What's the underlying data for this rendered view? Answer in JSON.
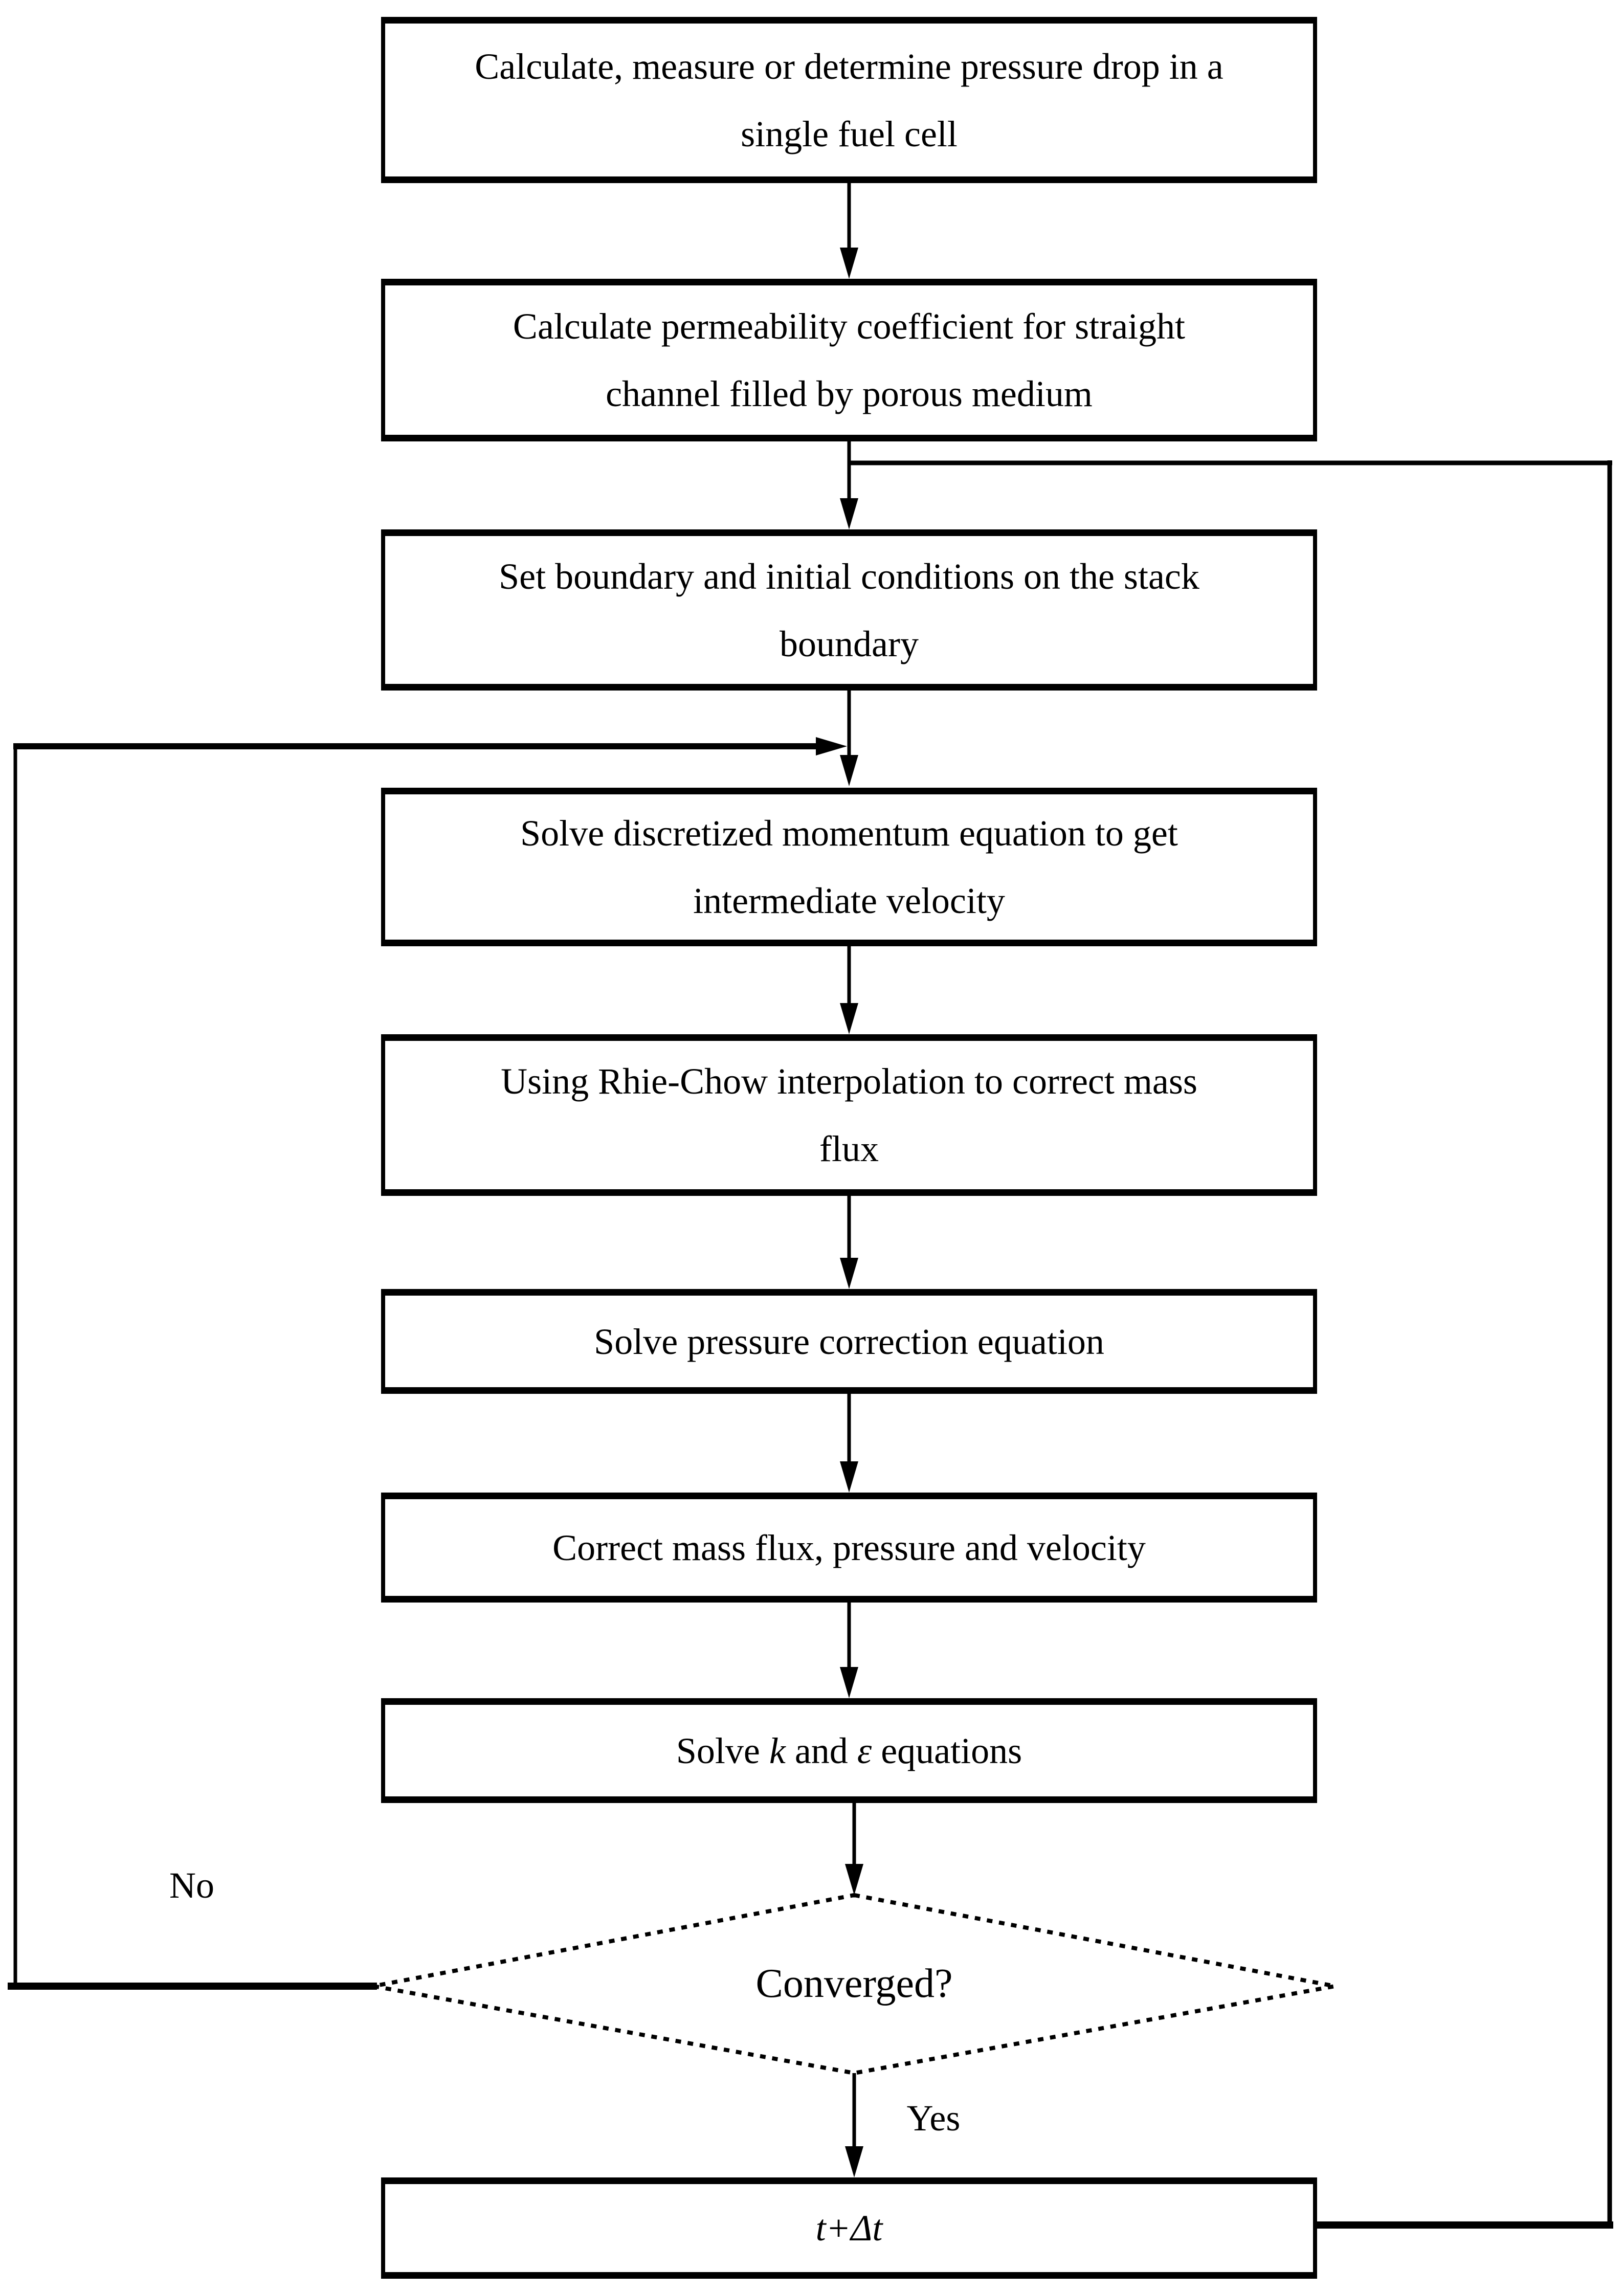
{
  "page": {
    "background_color": "#ffffff",
    "ink_color": "#000000"
  },
  "flow": {
    "boxes": {
      "b1": {
        "lines": [
          "Calculate, measure or determine pressure drop in a",
          "single fuel cell"
        ]
      },
      "b2": {
        "lines": [
          "Calculate permeability coefficient for straight",
          "channel filled by porous medium"
        ]
      },
      "b3": {
        "lines": [
          "Set boundary and initial conditions on the stack",
          "boundary"
        ]
      },
      "b4": {
        "lines": [
          "Solve discretized momentum equation to get",
          "intermediate velocity"
        ]
      },
      "b5": {
        "lines": [
          "Using Rhie-Chow interpolation to correct mass",
          "flux"
        ]
      },
      "b6": {
        "lines": [
          "Solve pressure correction equation"
        ]
      },
      "b7": {
        "lines": [
          "Correct mass flux, pressure and velocity"
        ]
      },
      "b8": {
        "rich": [
          {
            "text": "Solve "
          },
          {
            "text": "k",
            "italic": true
          },
          {
            "text": " and "
          },
          {
            "text": "ε",
            "italic": true
          },
          {
            "text": " equations"
          }
        ]
      }
    },
    "decision": {
      "label": "Converged?"
    },
    "terminal": {
      "rich": [
        {
          "text": "t+Δt",
          "italic": true
        }
      ]
    },
    "edge_labels": {
      "no": "No",
      "yes": "Yes"
    }
  }
}
